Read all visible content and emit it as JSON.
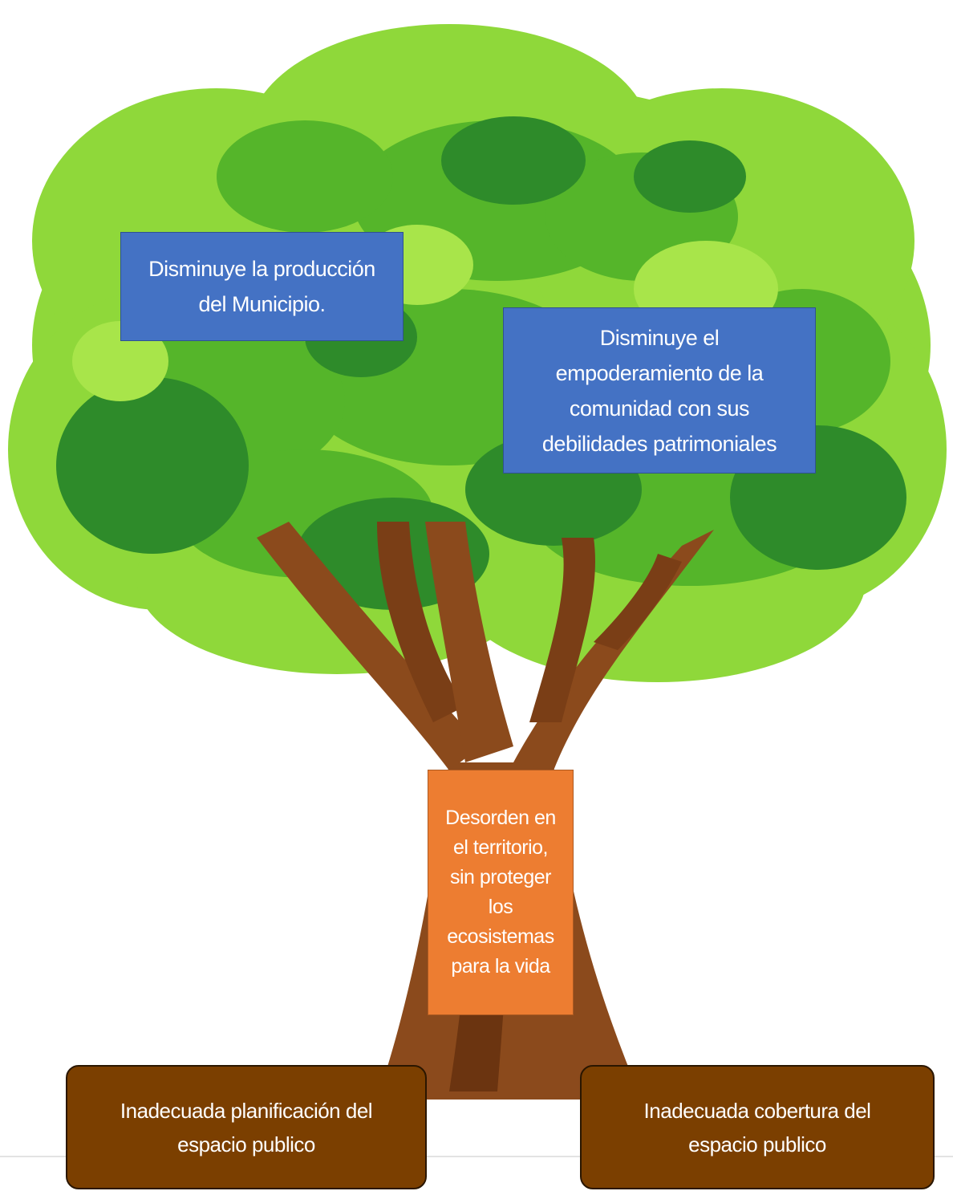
{
  "effects": [
    {
      "text": "Disminuye la producción\ndel Municipio."
    },
    {
      "text": "Disminuye el\nempoderamiento de la\ncomunidad con sus\ndebilidades patrimoniales"
    }
  ],
  "central_problem": {
    "text": "Desorden en\nel territorio,\nsin proteger\nlos\necosistemas\npara la vida"
  },
  "causes": [
    {
      "text": "Inadecuada planificación del\nespacio publico"
    },
    {
      "text": "Inadecuada cobertura del\nespacio publico"
    }
  ],
  "colors": {
    "effect_box": "#4472c4",
    "problem_box": "#ed7d31",
    "cause_box": "#7b3f00",
    "foliage_light": "#8fd83a",
    "foliage_mid": "#55b52a",
    "foliage_dark": "#2e8b2a",
    "trunk": "#8b4a1c"
  }
}
